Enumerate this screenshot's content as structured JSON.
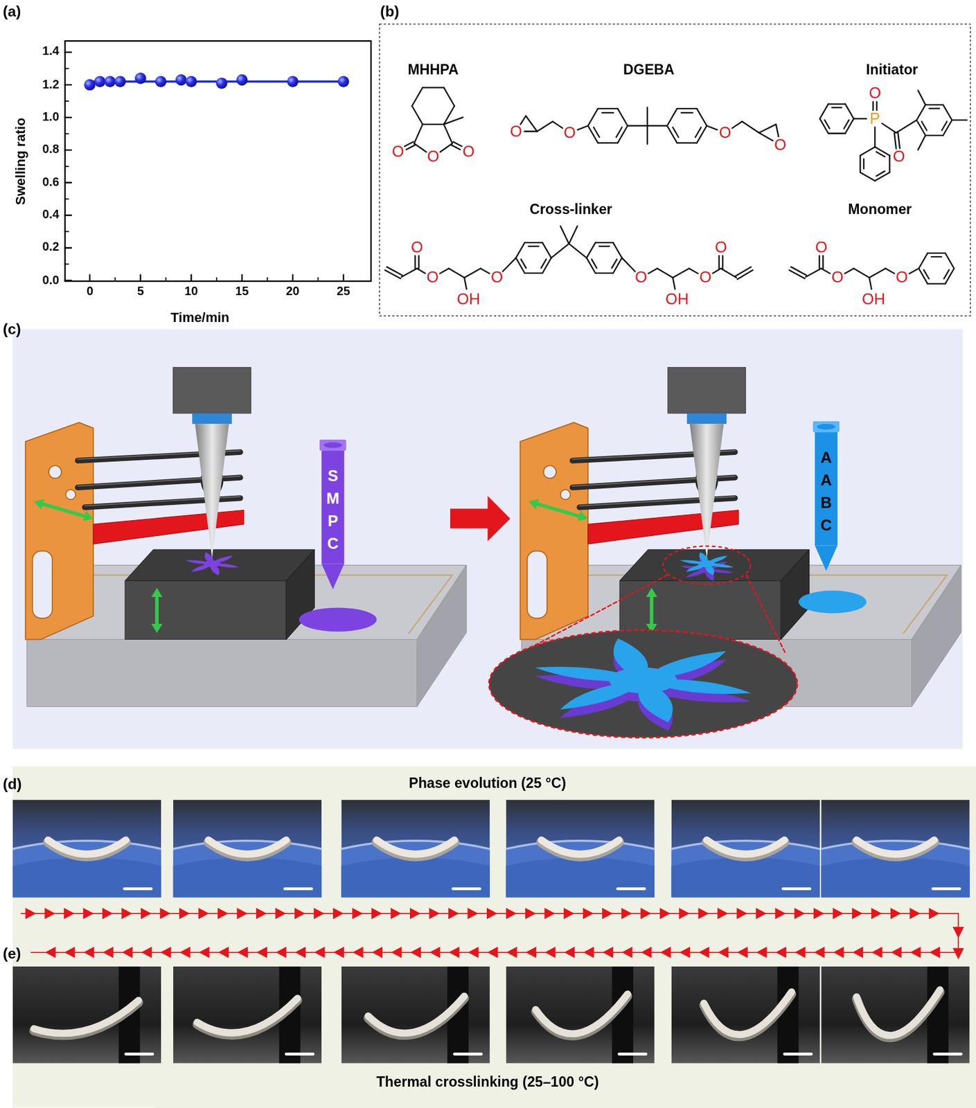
{
  "diagram": {
    "nodes": [
      {
        "text": [
          "S M P C"
        ]
      },
      {
        "text": [
          "A A B C"
        ]
      }
    ],
    "labels": [
      "(a)",
      "(b)",
      "(c)",
      "(d)",
      "(e)",
      "1.4",
      "1.2",
      "1.0",
      "0.8",
      "0.6",
      "0.4",
      "0.2",
      "0.0",
      "0",
      "5",
      "10",
      "15",
      "20",
      "25",
      "Swelling ratio",
      "Time/min",
      "MHHPA",
      "DGEBA",
      "Initiator",
      "Cross-linker",
      "Monomer",
      "O",
      "O",
      "O",
      "O",
      "O",
      "O",
      "O",
      "O",
      "P",
      "O",
      "O",
      "O",
      "OH",
      "O",
      "O",
      "OH",
      "O",
      "O",
      "O",
      "O",
      "OH",
      "O",
      "Phase evolution (25 °C)",
      "Thermal crosslinking (25–100 °C)"
    ]
  }
}
